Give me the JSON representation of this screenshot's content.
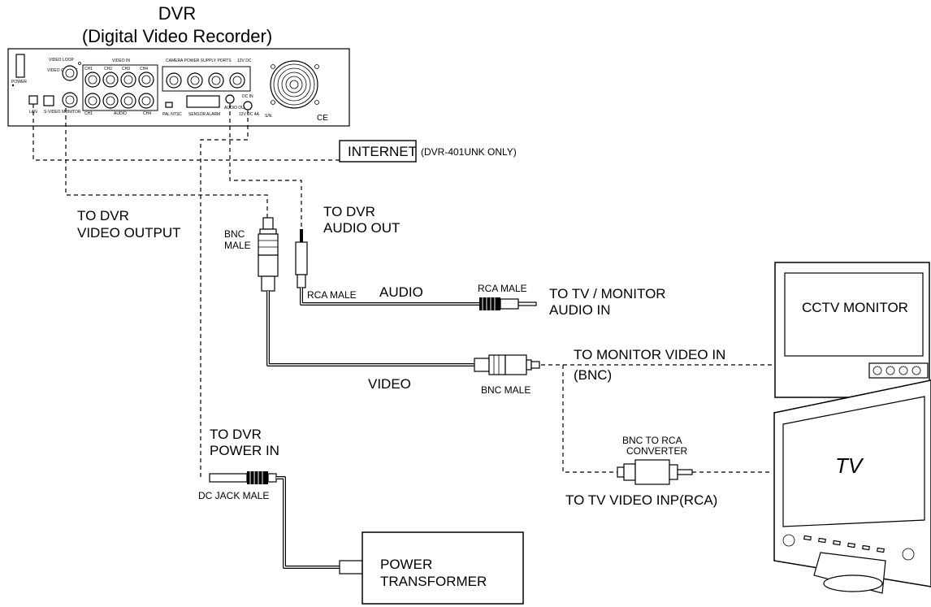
{
  "title": {
    "line1": "DVR",
    "line2": "(Digital Video Recorder)"
  },
  "dvr_panel": {
    "power": "POWER",
    "video_loop": "VIDEO LOOP",
    "video_output": "VIDEO OUTPUT",
    "video_in": "VIDEO IN",
    "camera_power": "CAMERA POWER SUPPLY PORTS",
    "dc_12v": "12V DC",
    "ch1": "CH1",
    "ch2": "CH2",
    "ch3": "CH3",
    "ch4": "CH4",
    "lan": "LAN",
    "svideo": "S-VIDEO",
    "monitor": "MONITOR",
    "audio": "AUDIO",
    "pal_ntsc": "PAL  NTSC",
    "sensor": "SENSOR",
    "alarm": "ALARM",
    "audio_out": "AUDIO OUT",
    "dc_in": "DC IN",
    "dc_rating": "12V DC 4A",
    "sn": "S/N.",
    "ce": "CE"
  },
  "labels": {
    "internet": "INTERNET",
    "internet_note": "(DVR-401UNK ONLY)",
    "to_dvr_video_output_1": "TO DVR",
    "to_dvr_video_output_2": "VIDEO OUTPUT",
    "bnc_male_1": "BNC",
    "bnc_male_2": "MALE",
    "to_dvr_audio_out_1": "TO DVR",
    "to_dvr_audio_out_2": "AUDIO OUT",
    "rca_male_left": "RCA MALE",
    "audio": "AUDIO",
    "rca_male_right": "RCA MALE",
    "to_tv_audio_1": "TO TV / MONITOR",
    "to_tv_audio_2": "AUDIO  IN",
    "video": "VIDEO",
    "bnc_male_bottom": "BNC MALE",
    "to_monitor_video_1": "TO MONITOR VIDEO IN",
    "to_monitor_video_2": "(BNC)",
    "cctv_monitor": "CCTV MONITOR",
    "bnc_to_rca_1": "BNC TO RCA",
    "bnc_to_rca_2": "CONVERTER",
    "to_tv_video_inp": "TO TV VIDEO INP(RCA)",
    "tv": "TV",
    "to_dvr_power_1": "TO DVR",
    "to_dvr_power_2": "POWER IN",
    "dc_jack_male": "DC JACK MALE",
    "power_transformer_1": "POWER",
    "power_transformer_2": "TRANSFORMER"
  }
}
